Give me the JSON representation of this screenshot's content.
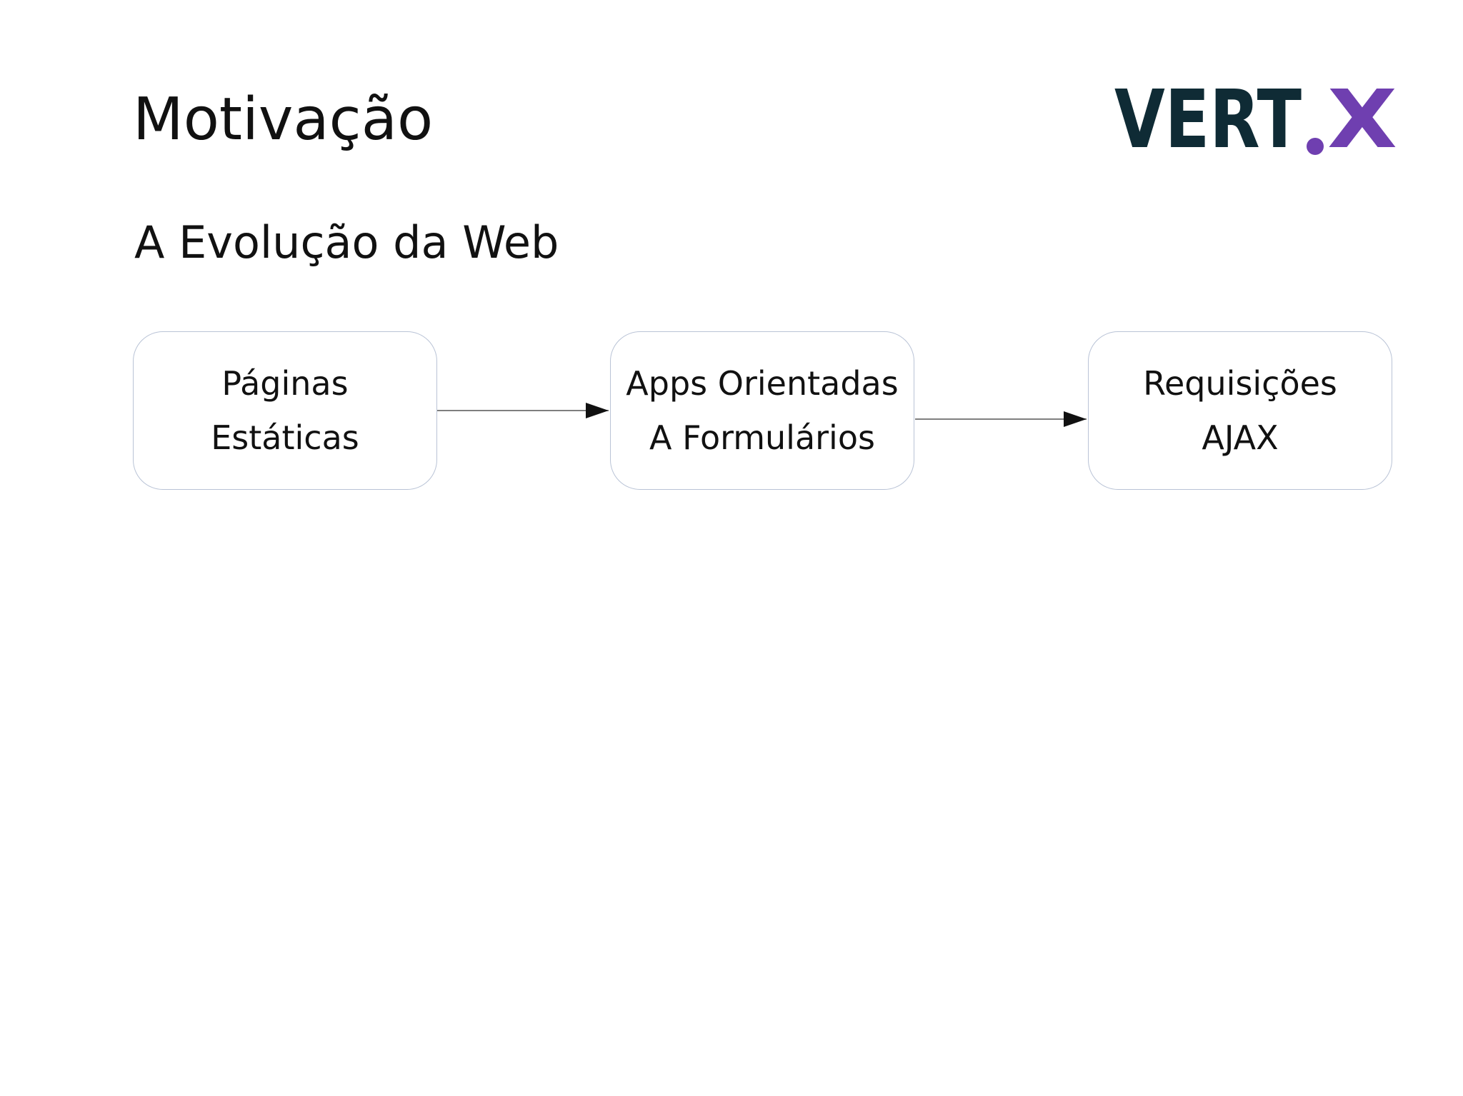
{
  "slide": {
    "title": "Motivação",
    "subtitle": "A Evolução da Web"
  },
  "logo": {
    "text_main": "VERT",
    "text_dot": ".",
    "text_x": "X",
    "colors": {
      "main": "#0f2b35",
      "accent": "#6f3fb0"
    }
  },
  "diagram": {
    "nodes": [
      {
        "lines": [
          "Páginas",
          "Estáticas"
        ]
      },
      {
        "lines": [
          "Apps Orientadas",
          "A Formulários"
        ]
      },
      {
        "lines": [
          "Requisições",
          "AJAX"
        ]
      }
    ],
    "edges": [
      {
        "from": 0,
        "to": 1
      },
      {
        "from": 1,
        "to": 2
      }
    ],
    "colors": {
      "node_border": "#b9c3d6",
      "edge": "#555555",
      "arrowhead": "#111111"
    }
  }
}
